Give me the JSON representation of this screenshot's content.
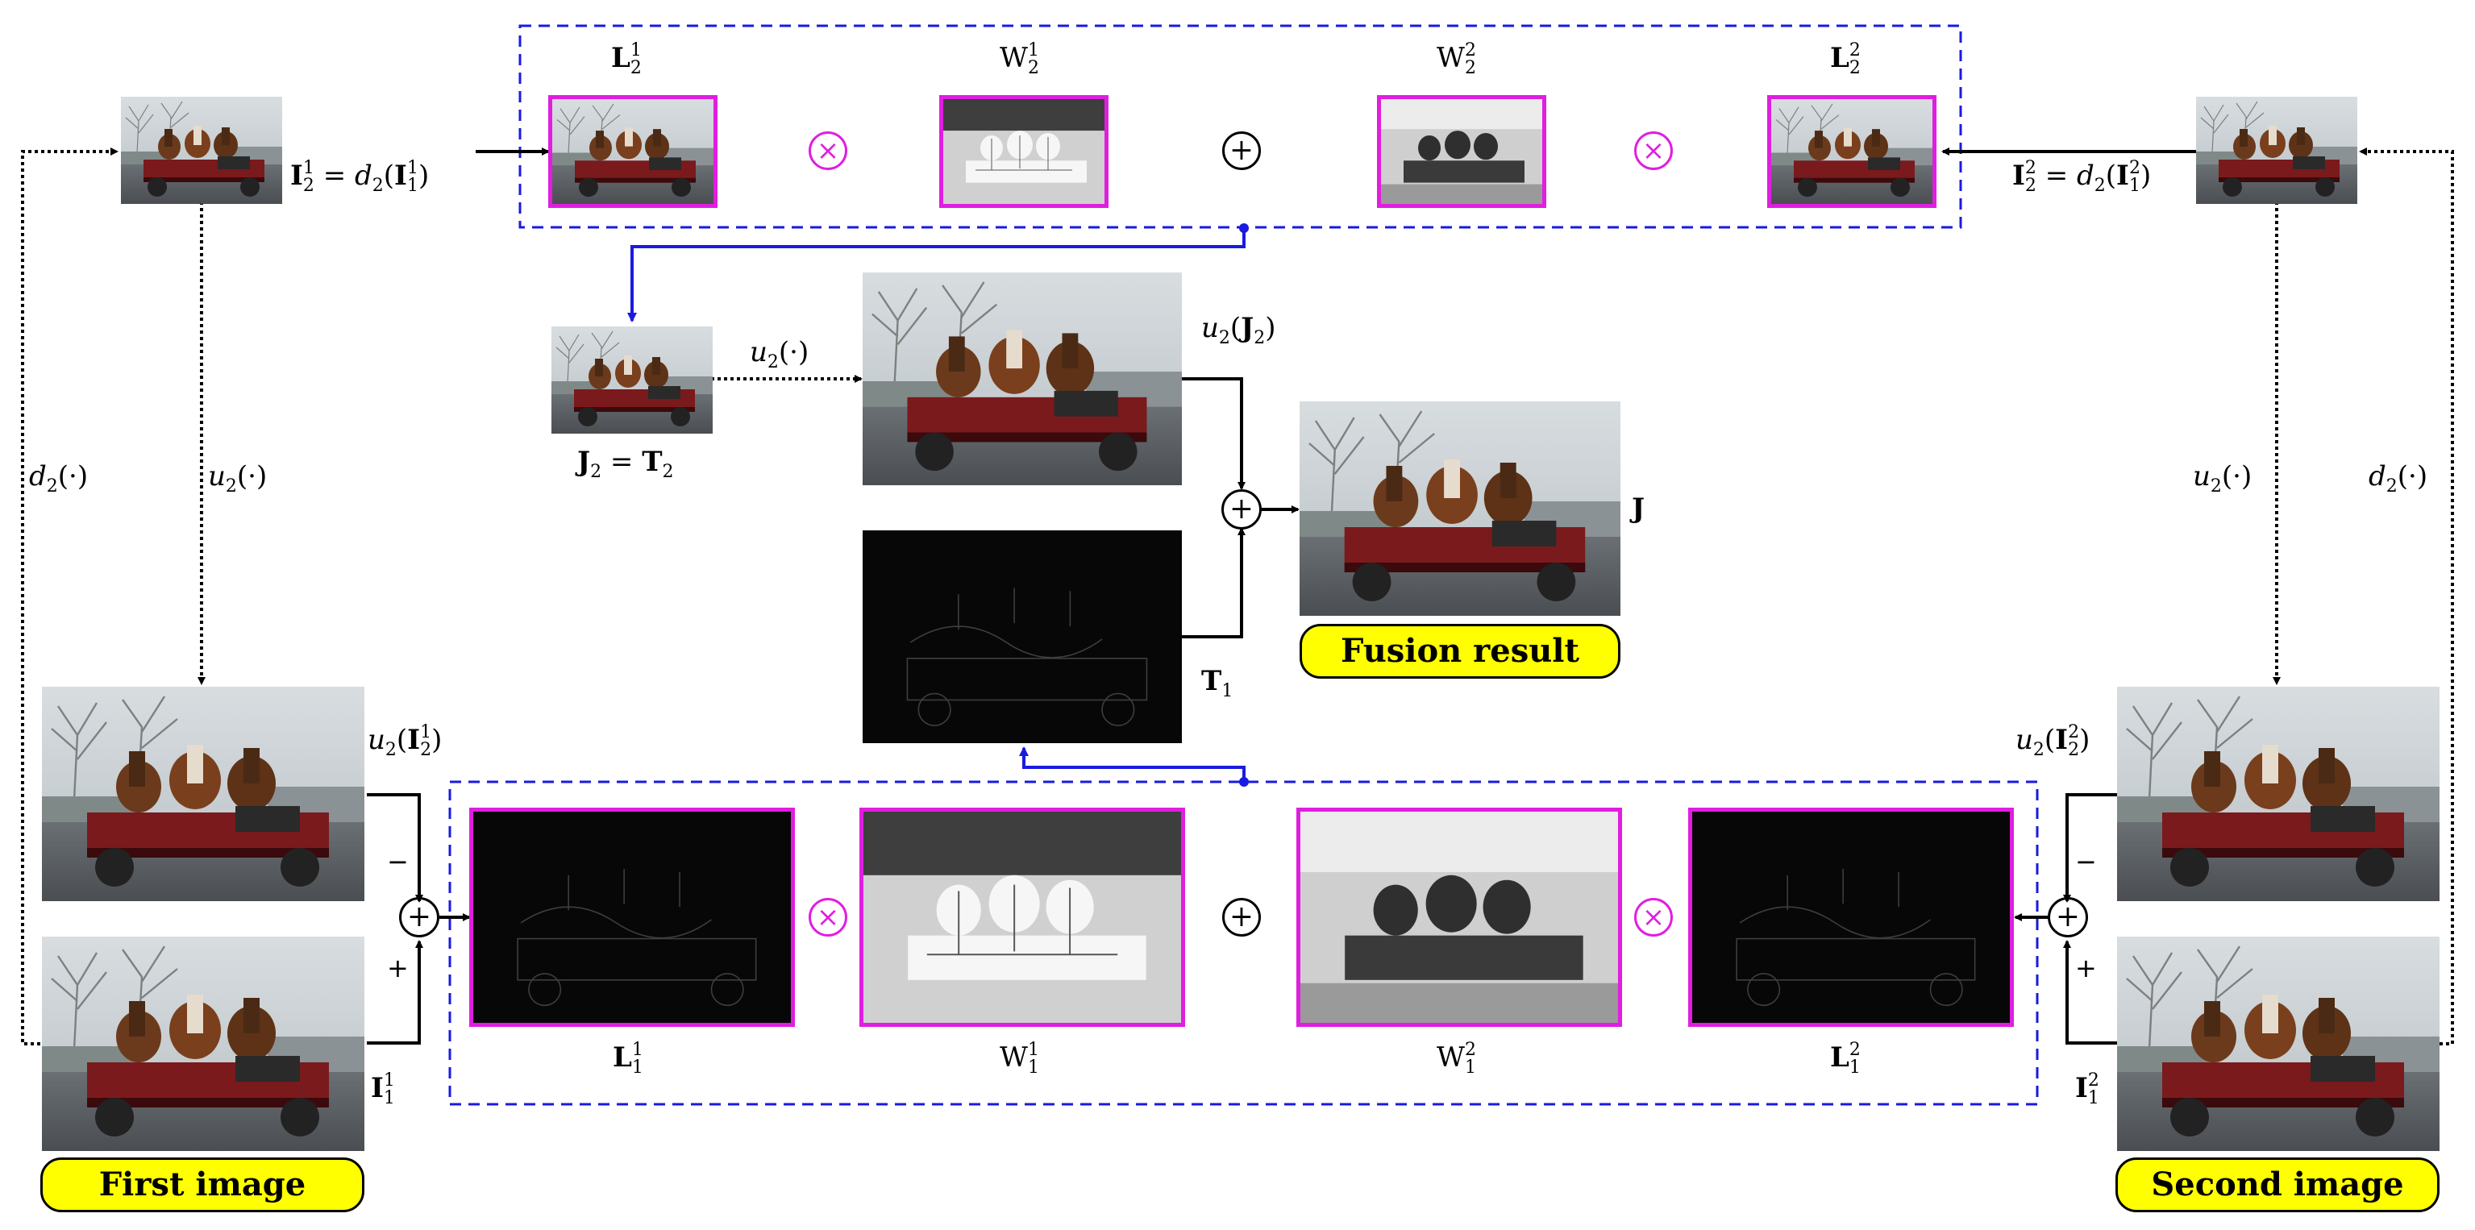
{
  "labels": {
    "L2_1": {
      "b": "L",
      "sub": "2",
      "sup": "1"
    },
    "W2_1": {
      "b": "W",
      "sub": "2",
      "sup": "1"
    },
    "W2_2": {
      "b": "W",
      "sub": "2",
      "sup": "2"
    },
    "L2_2": {
      "b": "L",
      "sub": "2",
      "sup": "2"
    },
    "L1_1": {
      "b": "L",
      "sub": "1",
      "sup": "1"
    },
    "W1_1": {
      "b": "W",
      "sub": "1",
      "sup": "1"
    },
    "W1_2": {
      "b": "W",
      "sub": "1",
      "sup": "2"
    },
    "L1_2": {
      "b": "L",
      "sub": "1",
      "sup": "2"
    },
    "I1_1": {
      "b": "I",
      "sub": "1",
      "sup": "1"
    },
    "I1_2": {
      "b": "I",
      "sub": "1",
      "sup": "2"
    },
    "T1": {
      "b": "T",
      "sub": "1"
    },
    "J": {
      "b": "J"
    }
  },
  "equations": {
    "left_I2": {
      "lhs": "I",
      "lhs_sub": "2",
      "lhs_sup": "1",
      "op": " = ",
      "fn": "d",
      "fn_sub": "2",
      "arg": "I",
      "arg_sub": "1",
      "arg_sup": "1"
    },
    "right_I2": {
      "lhs": "I",
      "lhs_sub": "2",
      "lhs_sup": "2",
      "op": " = ",
      "fn": "d",
      "fn_sub": "2",
      "arg": "I",
      "arg_sub": "1",
      "arg_sup": "2"
    },
    "J2_T2": {
      "lhs": "J",
      "lhs_sub": "2",
      "op": " = ",
      "rhs": "T",
      "rhs_sub": "2"
    }
  },
  "operators": {
    "d2": {
      "fn": "d",
      "sub": "2",
      "arg": "(·)"
    },
    "u2": {
      "fn": "u",
      "sub": "2",
      "arg": "(·)"
    },
    "u2_J2": {
      "fn": "u",
      "sub": "2",
      "arg_b": "J",
      "arg_sub": "2"
    },
    "u2_I2_1": {
      "fn": "u",
      "sub": "2",
      "arg_b": "I",
      "arg_sub": "2",
      "arg_sup": "1"
    },
    "u2_I2_2": {
      "fn": "u",
      "sub": "2",
      "arg_b": "I",
      "arg_sub": "2",
      "arg_sup": "2"
    }
  },
  "signs": {
    "minus": "−",
    "plus": "+",
    "add": "+",
    "mult": "×"
  },
  "buttons": {
    "first_image": "First image",
    "second_image": "Second image",
    "fusion_result": "Fusion result"
  },
  "colors": {
    "magenta": "#e01ee0",
    "blue": "#1a1ae0",
    "pill": "#ffff00"
  }
}
